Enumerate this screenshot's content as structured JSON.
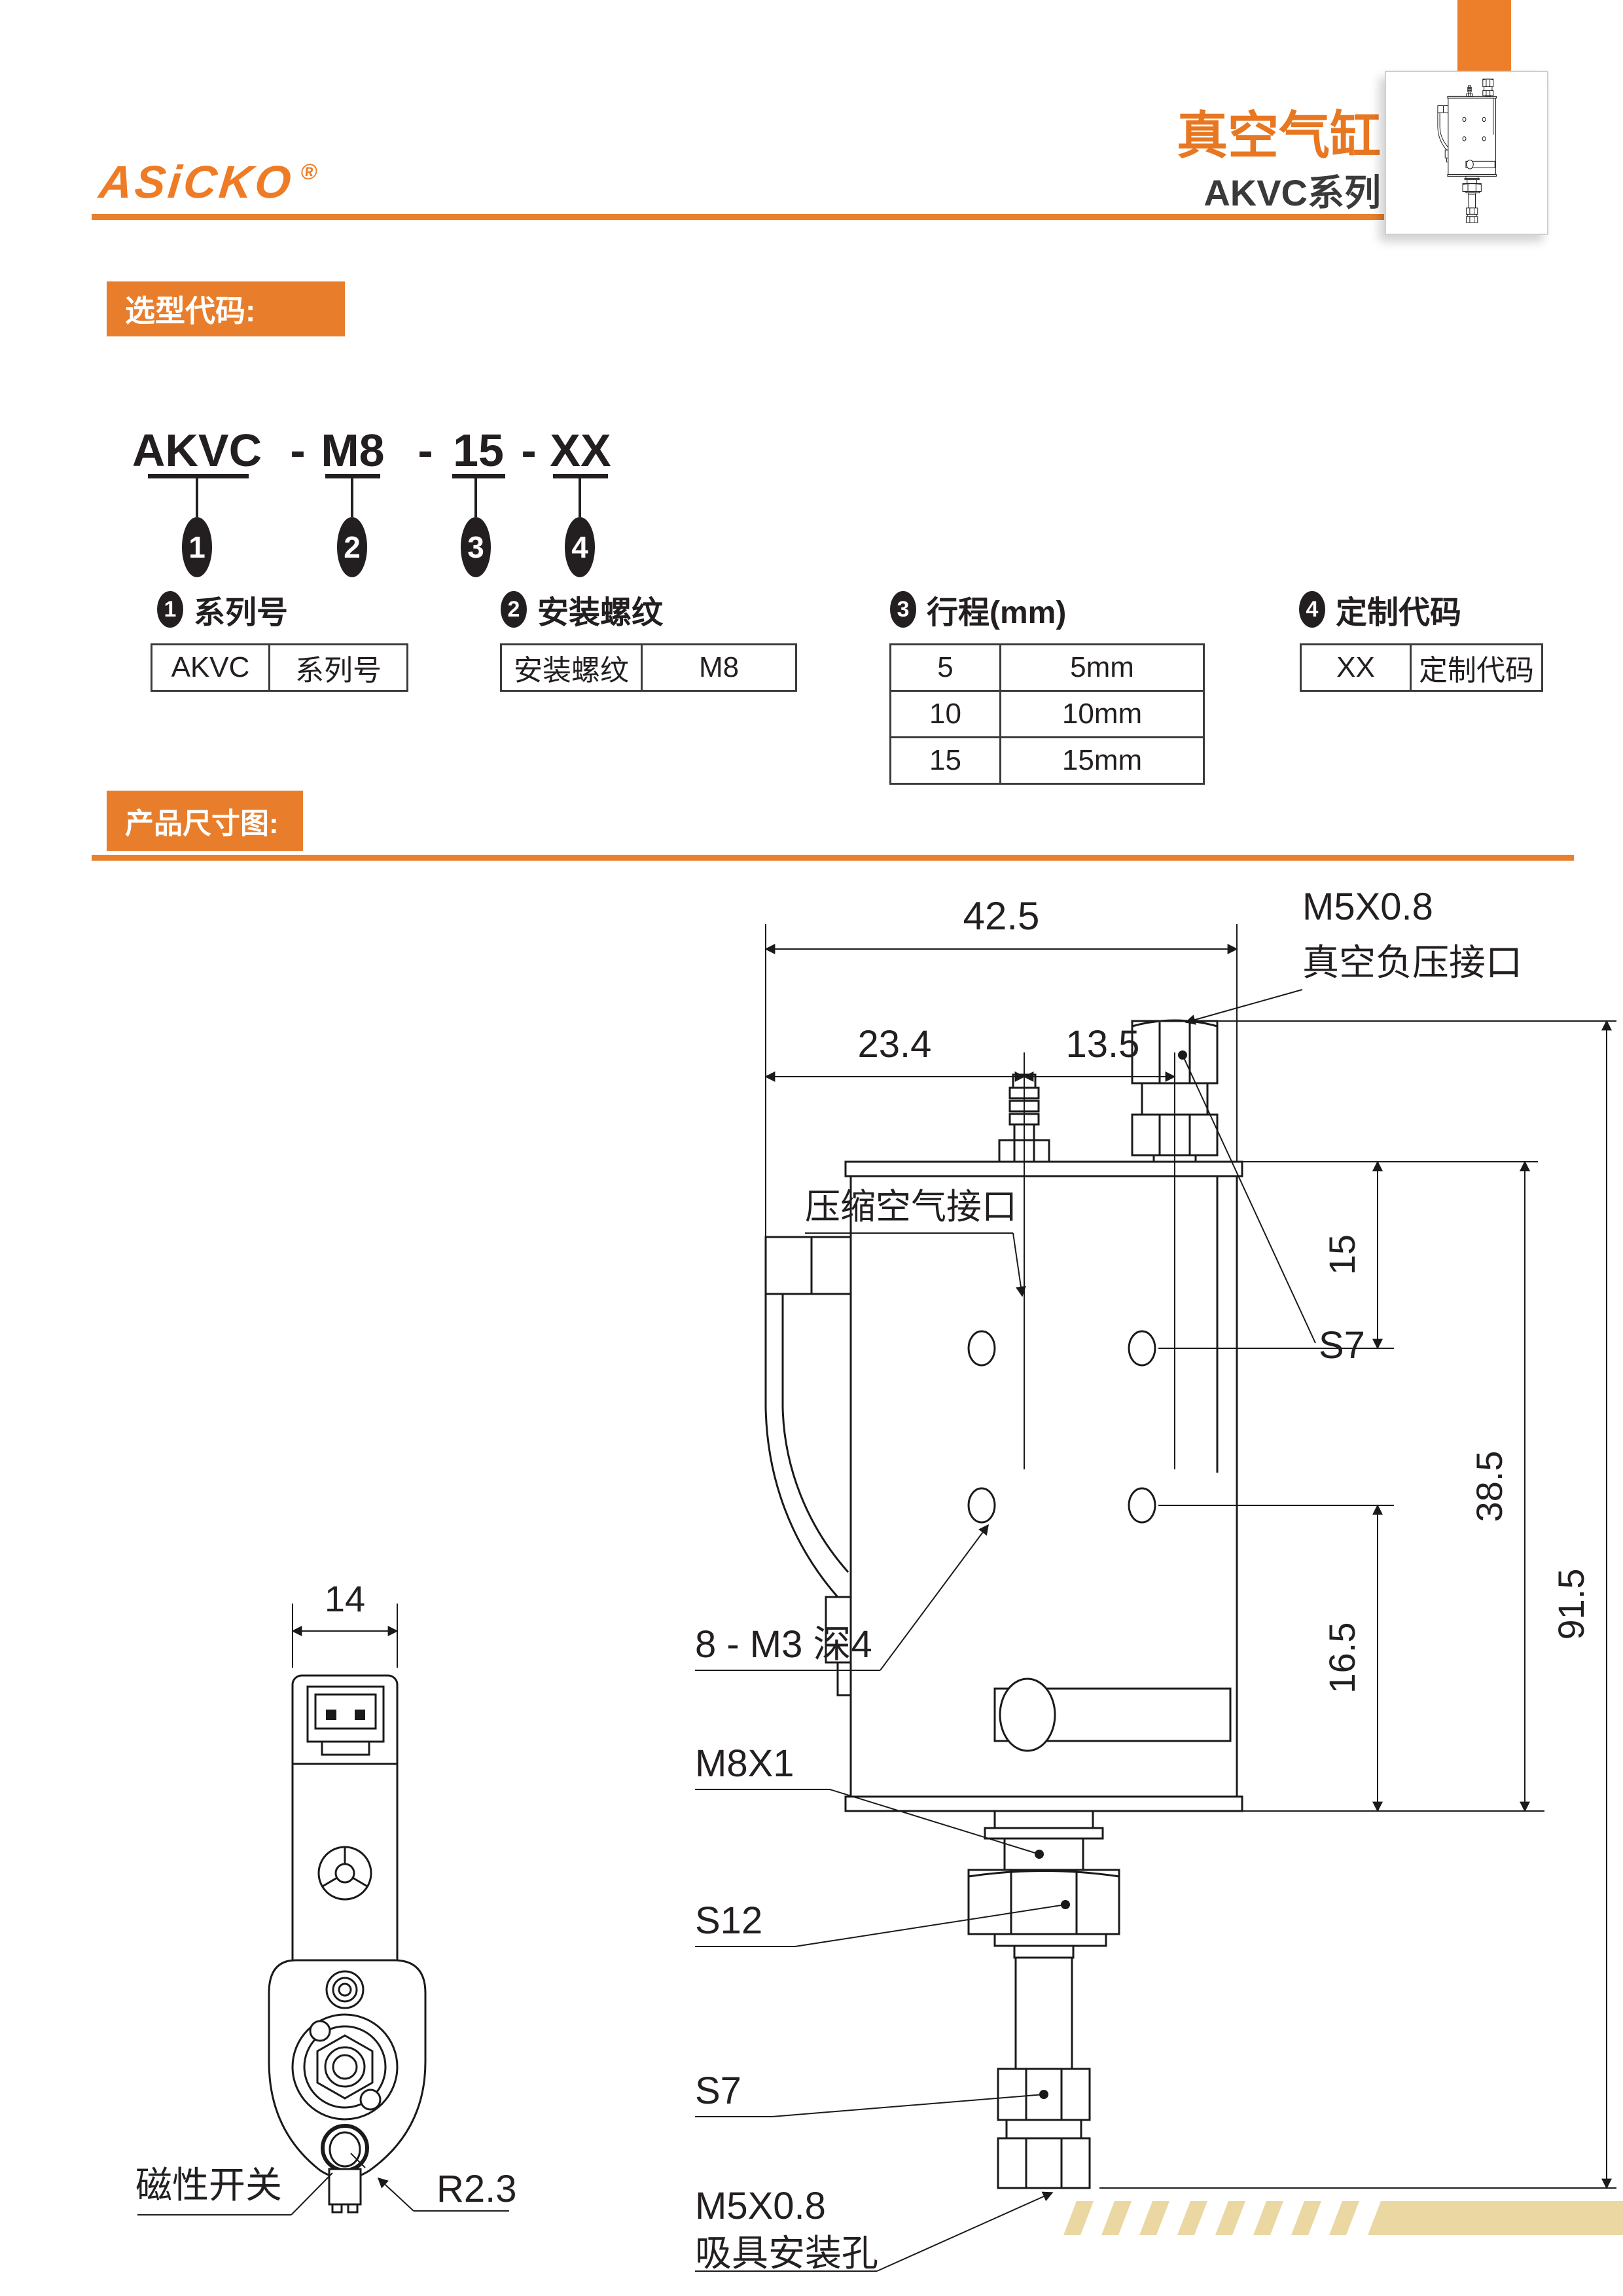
{
  "header": {
    "logo": "ASiCKO",
    "reg": "®",
    "title": "真空气缸",
    "series": "AKVC系列"
  },
  "badges": {
    "selection": "选型代码:",
    "dimensions": "产品尺寸图:"
  },
  "model_code": {
    "separator": "-",
    "parts": [
      {
        "text": "AKVC",
        "num": "1"
      },
      {
        "text": "M8",
        "num": "2"
      },
      {
        "text": "15",
        "num": "3"
      },
      {
        "text": "XX",
        "num": "4"
      }
    ]
  },
  "tables": [
    {
      "num": "1",
      "title": "系列号",
      "rows": [
        [
          "AKVC",
          "系列号"
        ]
      ]
    },
    {
      "num": "2",
      "title": "安装螺纹",
      "rows": [
        [
          "安装螺纹",
          "M8"
        ]
      ]
    },
    {
      "num": "3",
      "title": "行程(mm)",
      "rows": [
        [
          "5",
          "5mm"
        ],
        [
          "10",
          "10mm"
        ],
        [
          "15",
          "15mm"
        ]
      ]
    },
    {
      "num": "4",
      "title": "定制代码",
      "rows": [
        [
          "XX",
          "定制代码"
        ]
      ]
    }
  ],
  "front": {
    "dim_total": "42.5",
    "dim_left": "23.4",
    "dim_right": "13.5",
    "dim_15": "15",
    "dim_385": "38.5",
    "dim_915": "91.5",
    "dim_165": "16.5",
    "vacuum_line1": "M5X0.8",
    "vacuum_line2": "真空负压接口",
    "air_port": "压缩空气接口",
    "s7_top": "S7",
    "m3_holes": "8 - M3 深4",
    "m8_thread": "M8X1",
    "s12": "S12",
    "s7_bottom": "S7",
    "suction_line1": "M5X0.8",
    "suction_line2": "吸具安装孔"
  },
  "side": {
    "dim_width": "14",
    "magnetic_switch": "磁性开关",
    "radius": "R2.3"
  },
  "colors": {
    "accent_orange": "#E87E2B",
    "title_orange": "#E87722",
    "line_black": "#1A1A1A",
    "stripe_tan": "#EBD7A2"
  }
}
